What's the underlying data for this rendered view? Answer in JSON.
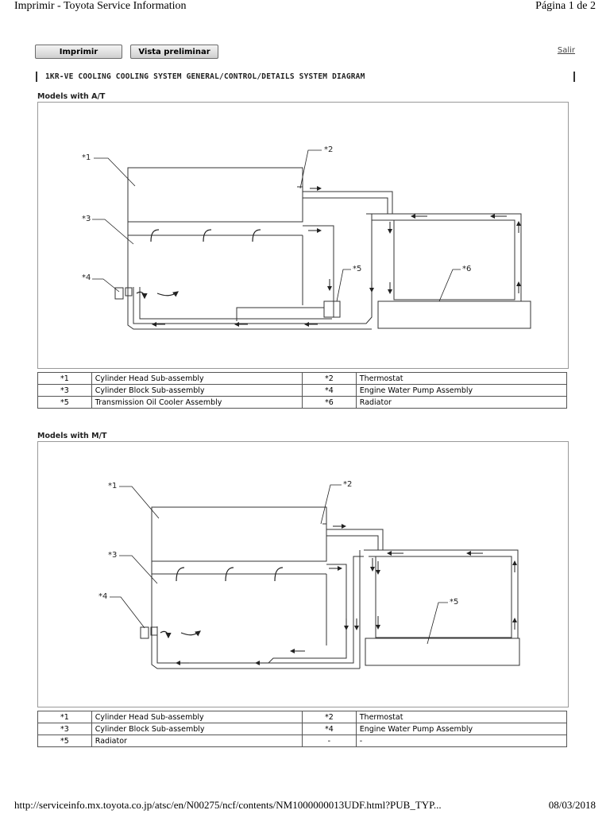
{
  "print_header": {
    "left": "Imprimir - Toyota Service Information",
    "right": "Página 1 de 2"
  },
  "toolbar": {
    "print_label": "Imprimir",
    "preview_label": "Vista preliminar",
    "exit_label": "Salir"
  },
  "doc_title": "1KR-VE COOLING  COOLING SYSTEM  GENERAL/CONTROL/DETAILS  SYSTEM DIAGRAM",
  "sections": [
    {
      "heading": "Models with A/T",
      "callouts": [
        "*1",
        "*2",
        "*3",
        "*4",
        "*5",
        "*6"
      ],
      "legend": [
        [
          "*1",
          "Cylinder Head Sub-assembly",
          "*2",
          "Thermostat"
        ],
        [
          "*3",
          "Cylinder Block Sub-assembly",
          "*4",
          "Engine Water Pump Assembly"
        ],
        [
          "*5",
          "Transmission Oil Cooler Assembly",
          "*6",
          "Radiator"
        ]
      ]
    },
    {
      "heading": "Models with M/T",
      "callouts": [
        "*1",
        "*2",
        "*3",
        "*4",
        "*5"
      ],
      "legend": [
        [
          "*1",
          "Cylinder Head Sub-assembly",
          "*2",
          "Thermostat"
        ],
        [
          "*3",
          "Cylinder Block Sub-assembly",
          "*4",
          "Engine Water Pump Assembly"
        ],
        [
          "*5",
          "Radiator",
          "-",
          "-"
        ]
      ]
    }
  ],
  "print_footer": {
    "left": "http://serviceinfo.mx.toyota.co.jp/atsc/en/N00275/ncf/contents/NM1000000013UDF.html?PUB_TYP...",
    "right": "08/03/2018"
  }
}
